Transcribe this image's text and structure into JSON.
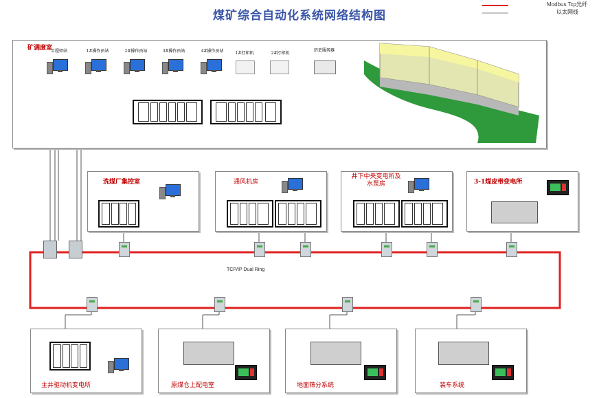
{
  "title": "煤矿综合自动化系统网络结构图",
  "legend": {
    "red_line": "Modbus Tcp光纤",
    "gray_line": "以太网线"
  },
  "colors": {
    "ring": "#e02020",
    "title": "#3a56a8",
    "label": "#c00000"
  },
  "dispatch_room": {
    "label": "矿调度室",
    "stations": [
      "工程师站",
      "1#操作员站",
      "2#操作员站",
      "3#操作员站",
      "4#操作员站",
      "1#打印机",
      "2#打印机",
      "历史服务器"
    ]
  },
  "ring_label": "TCP/IP  Dual Ring",
  "upper_rooms": [
    {
      "label": "洗煤厂集控室"
    },
    {
      "label": "通风机房"
    },
    {
      "label": "井下中央变电所及水泵房"
    },
    {
      "label": "3-1煤皮带变电所"
    }
  ],
  "lower_rooms": [
    {
      "label": "主井驱动机变电所"
    },
    {
      "label": "原煤仓上配电室"
    },
    {
      "label": "地面筛分系统"
    },
    {
      "label": "装车系统"
    }
  ]
}
